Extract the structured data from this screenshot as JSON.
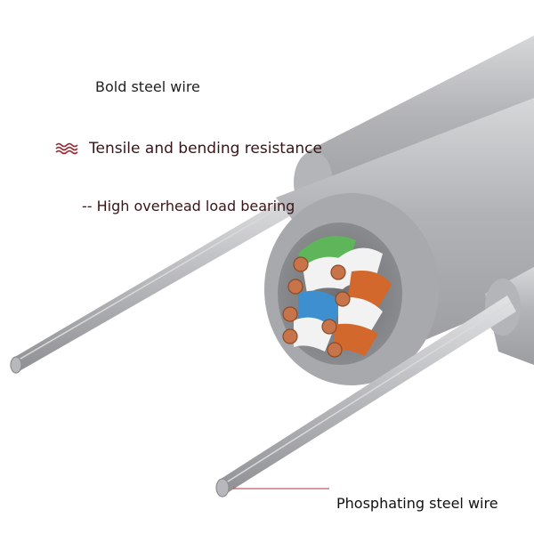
{
  "labels": {
    "bold_steel_wire": "Bold steel wire",
    "tensile": "Tensile and bending resistance",
    "overhead": "-- High overhead load bearing",
    "phosphating": "Phosphating steel wire"
  },
  "icons": {
    "tensile": "wave-icon"
  },
  "colors": {
    "accent": "#9b2b33",
    "jacket": "#a7a8ab",
    "copper": "#c8744a"
  }
}
